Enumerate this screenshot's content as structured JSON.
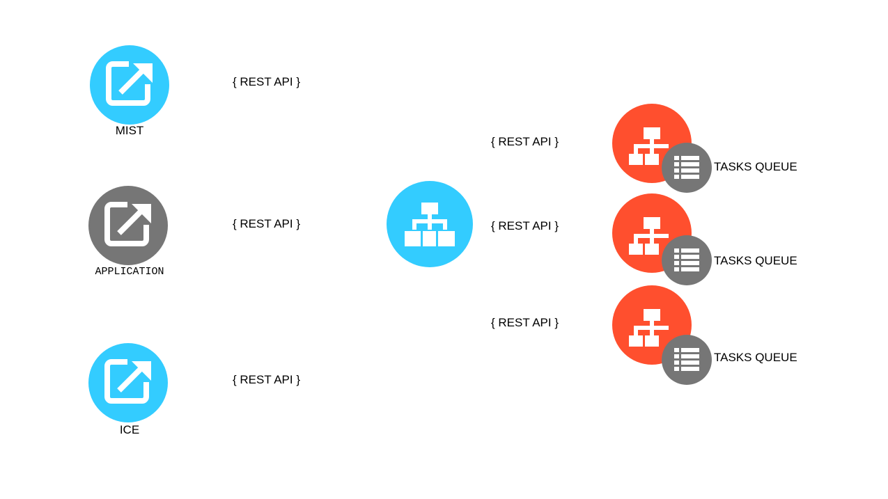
{
  "colors": {
    "client_blue": "#33ccff",
    "client_grey": "#767676",
    "worker_red": "#ff4f2e",
    "queue_grey": "#767676",
    "icon_white": "#ffffff"
  },
  "clients": [
    {
      "label": "MIST",
      "icon": "external-link-icon",
      "color": "#33ccff"
    },
    {
      "label": "APPLICATION",
      "icon": "external-link-icon",
      "color": "#767676"
    },
    {
      "label": "ICE",
      "icon": "external-link-icon",
      "color": "#33ccff"
    }
  ],
  "client_api_labels": [
    "{ REST API }",
    "{ REST API }",
    "{ REST API }"
  ],
  "hub": {
    "icon": "sitemap-icon",
    "color": "#33ccff"
  },
  "worker_api_labels": [
    "{ REST API }",
    "{ REST API }",
    "{ REST API }"
  ],
  "workers": [
    {
      "icon": "sitemap-icon",
      "queue_icon": "list-icon",
      "queue_label": "TASKS QUEUE"
    },
    {
      "icon": "sitemap-icon",
      "queue_icon": "list-icon",
      "queue_label": "TASKS QUEUE"
    },
    {
      "icon": "sitemap-icon",
      "queue_icon": "list-icon",
      "queue_label": "TASKS QUEUE"
    }
  ]
}
